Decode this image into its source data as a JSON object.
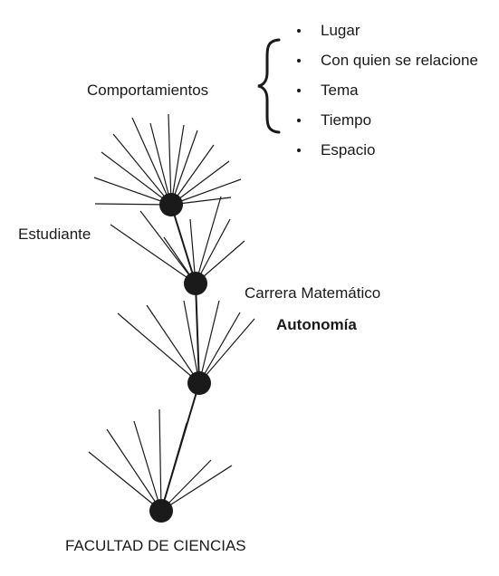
{
  "labels": {
    "behaviors": "Comportamientos",
    "student": "Estudiante",
    "career": "Carrera Matemático",
    "autonomy": "Autonomía",
    "faculty": "FACULTAD DE CIENCIAS"
  },
  "behavior_items": [
    "Lugar",
    "Con quien se relacione",
    "Tema",
    "Tiempo",
    "Espacio"
  ],
  "colors": {
    "ink": "#1a1a1a",
    "background": "#ffffff"
  }
}
